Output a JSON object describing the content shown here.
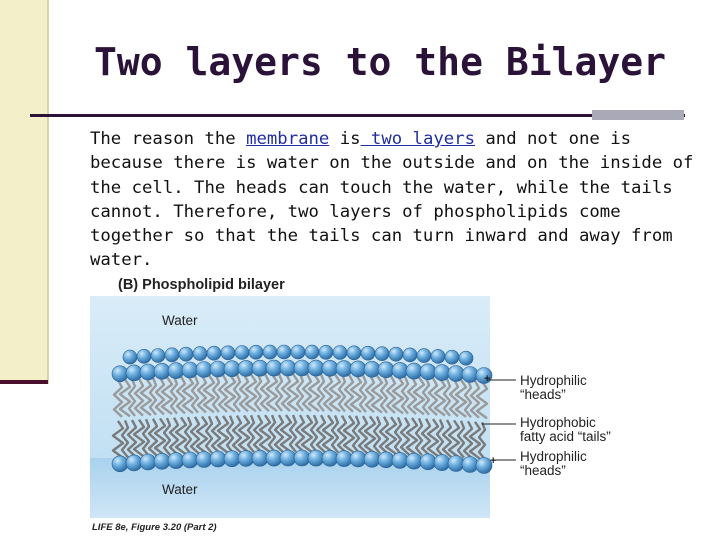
{
  "slide": {
    "title": "Two layers to the Bilayer",
    "body": {
      "part1": "The reason the ",
      "link1": "membrane",
      "part2": " is",
      "link2": " two layers",
      "part3": " and not one is because there is water on the outside and on the inside of the cell.  The heads can touch the water, while the tails cannot. Therefore, two layers of phospholipids come together so that the tails can turn inward and away from water."
    }
  },
  "figure": {
    "heading": "(B)  Phospholipid bilayer",
    "water_top": "Water",
    "water_bottom": "Water",
    "labels": {
      "hydrophilic_top_1": "Hydrophilic",
      "hydrophilic_top_2": "“heads”",
      "hydrophobic_1": "Hydrophobic",
      "hydrophobic_2": "fatty acid “tails”",
      "hydrophilic_bottom_1": "Hydrophilic",
      "hydrophilic_bottom_2": "“heads”",
      "plus_sign": "+"
    },
    "caption": "LIFE 8e, Figure 3.20 (Part 2)",
    "colors": {
      "water_top": "#c9e3f3",
      "water_bottom": "#b5d8ef",
      "head": "#3f8cc8",
      "head_highlight": "#a9d4f2",
      "tail": "#8a8a8a"
    }
  }
}
